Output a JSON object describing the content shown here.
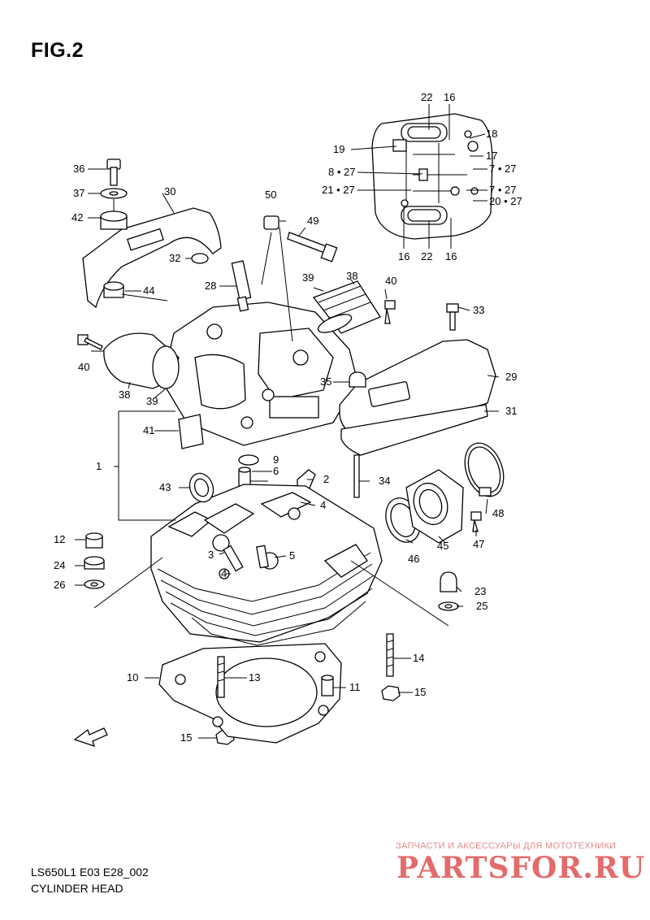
{
  "figure": {
    "title": "FIG.2",
    "code": "LS650L1 E03 E28_002",
    "caption": "CYLINDER HEAD"
  },
  "watermark": {
    "top_text": "ЗАПЧАСТИ И АКСЕССУАРЫ ДЛЯ МОТОТЕХНИКИ",
    "brand": "PARTSFOR.RU"
  },
  "fwd_marker": "FWD",
  "parts": [
    {
      "id": "1",
      "text": "1"
    },
    {
      "id": "2",
      "text": "2"
    },
    {
      "id": "3",
      "text": "3"
    },
    {
      "id": "4a",
      "text": "4"
    },
    {
      "id": "4b",
      "text": "4"
    },
    {
      "id": "5",
      "text": "5"
    },
    {
      "id": "6",
      "text": "6"
    },
    {
      "id": "9",
      "text": "9"
    },
    {
      "id": "10",
      "text": "10"
    },
    {
      "id": "11",
      "text": "11"
    },
    {
      "id": "12",
      "text": "12"
    },
    {
      "id": "13",
      "text": "13"
    },
    {
      "id": "14",
      "text": "14"
    },
    {
      "id": "15a",
      "text": "15"
    },
    {
      "id": "15b",
      "text": "15"
    },
    {
      "id": "24",
      "text": "24"
    },
    {
      "id": "23",
      "text": "23"
    },
    {
      "id": "25",
      "text": "25"
    },
    {
      "id": "26",
      "text": "26"
    },
    {
      "id": "28",
      "text": "28"
    },
    {
      "id": "29",
      "text": "29"
    },
    {
      "id": "30",
      "text": "30"
    },
    {
      "id": "31",
      "text": "31"
    },
    {
      "id": "32",
      "text": "32"
    },
    {
      "id": "33",
      "text": "33"
    },
    {
      "id": "34",
      "text": "34"
    },
    {
      "id": "35",
      "text": "35"
    },
    {
      "id": "36",
      "text": "36"
    },
    {
      "id": "37",
      "text": "37"
    },
    {
      "id": "38a",
      "text": "38"
    },
    {
      "id": "38b",
      "text": "38"
    },
    {
      "id": "39a",
      "text": "39"
    },
    {
      "id": "39b",
      "text": "39"
    },
    {
      "id": "40a",
      "text": "40"
    },
    {
      "id": "40b",
      "text": "40"
    },
    {
      "id": "41",
      "text": "41"
    },
    {
      "id": "42",
      "text": "42"
    },
    {
      "id": "43",
      "text": "43"
    },
    {
      "id": "44",
      "text": "44"
    },
    {
      "id": "45",
      "text": "45"
    },
    {
      "id": "46",
      "text": "46"
    },
    {
      "id": "47",
      "text": "47"
    },
    {
      "id": "48",
      "text": "48"
    },
    {
      "id": "49",
      "text": "49"
    },
    {
      "id": "50",
      "text": "50"
    },
    {
      "id": "i22a",
      "text": "22"
    },
    {
      "id": "i16a",
      "text": "16"
    },
    {
      "id": "i18",
      "text": "18"
    },
    {
      "id": "i19",
      "text": "19"
    },
    {
      "id": "i17",
      "text": "17"
    },
    {
      "id": "i827",
      "text": "8 • 27"
    },
    {
      "id": "i727a",
      "text": "7 • 27"
    },
    {
      "id": "i2127",
      "text": "21 • 27"
    },
    {
      "id": "i727b",
      "text": "7 • 27"
    },
    {
      "id": "i2027",
      "text": "20 • 27"
    },
    {
      "id": "i16b",
      "text": "16"
    },
    {
      "id": "i22b",
      "text": "22"
    },
    {
      "id": "i16c",
      "text": "16"
    }
  ]
}
